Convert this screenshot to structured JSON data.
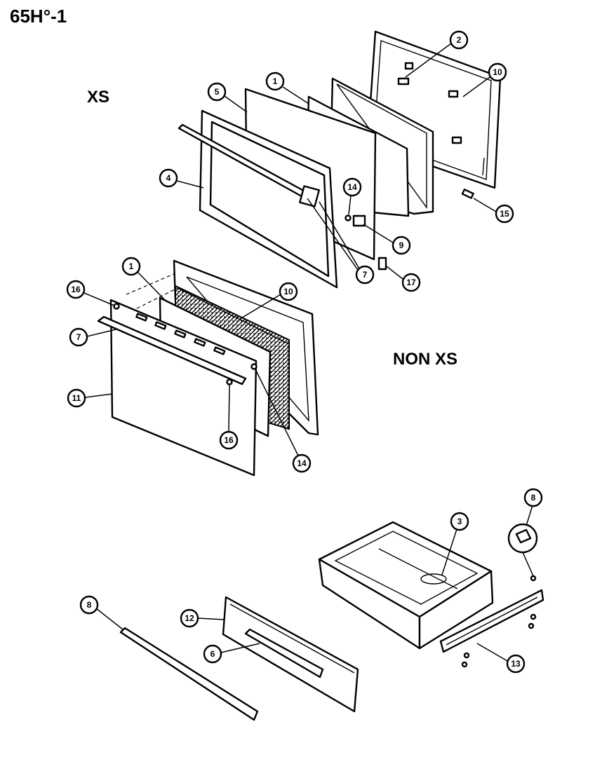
{
  "header": {
    "model_code": "65H°-1"
  },
  "sections": {
    "xs_label": "XS",
    "non_xs_label": "NON XS"
  },
  "callouts": {
    "xs_2": "2",
    "xs_10": "10",
    "xs_5": "5",
    "xs_1": "1",
    "xs_4": "4",
    "xs_14": "14",
    "xs_15": "15",
    "xs_9": "9",
    "xs_7": "7",
    "xs_17": "17",
    "non_1": "1",
    "non_16_top": "16",
    "non_10": "10",
    "non_7": "7",
    "non_11": "11",
    "non_16_bottom": "16",
    "non_14": "14",
    "drawer_8_clip": "8",
    "drawer_3": "3",
    "drawer_8_trim": "8",
    "drawer_12": "12",
    "drawer_6": "6",
    "drawer_13": "13"
  }
}
